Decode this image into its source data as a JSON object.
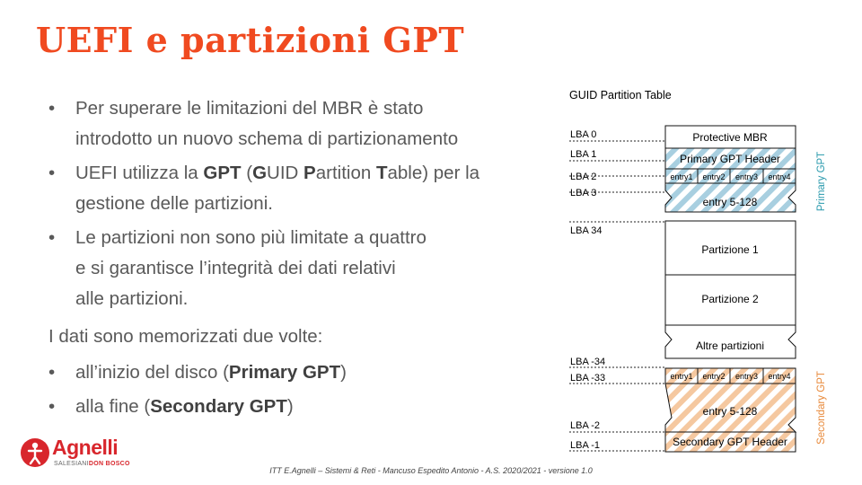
{
  "slide": {
    "title": "UEFI e partizioni GPT",
    "bullets": [
      {
        "line1": "Per superare le limitazioni del MBR è stato",
        "line2": "introdotto un nuovo schema di partizionamento"
      },
      {
        "pre": "UEFI utilizza la ",
        "gpt": "GPT",
        "paren_open": " (",
        "g": "G",
        "uid": "UID ",
        "p": "P",
        "artition": "artition ",
        "t": "T",
        "able": "able) per la",
        "line2": "gestione delle partizioni."
      },
      {
        "line1": "Le partizioni non sono più limitate a quattro",
        "line2": "e si garantisce l’integrità dei dati relativi",
        "line3": "alle partizioni."
      }
    ],
    "plain": "I dati sono memorizzati due volte:",
    "sub_bullets": [
      {
        "pre": "all’inizio del disco (",
        "bold": "Primary GPT",
        "post": ")"
      },
      {
        "pre": "alla fine (",
        "bold": "Secondary GPT",
        "post": ")"
      }
    ],
    "bullet_char": "•"
  },
  "diagram": {
    "title": "GUID Partition Table",
    "lba_labels": [
      "LBA 0",
      "LBA 1",
      "LBA 2",
      "LBA 3",
      "LBA 34",
      "LBA -34",
      "LBA -33",
      "LBA -2",
      "LBA -1"
    ],
    "blocks": {
      "protective_mbr": "Protective MBR",
      "primary_header": "Primary GPT Header",
      "entries": [
        "entry1",
        "entry2",
        "entry3",
        "entry4"
      ],
      "entry_range_top": "entry 5-128",
      "partition1": "Partizione 1",
      "partition2": "Partizione 2",
      "other": "Altre partizioni",
      "entry_range_bottom": "entry 5-128",
      "secondary_header": "Secondary GPT Header"
    },
    "side_labels": {
      "primary": "Primary GPT",
      "secondary": "Secondary GPT"
    },
    "colors": {
      "primary_hatch": "#a8cfe0",
      "secondary_hatch": "#f5c8a0",
      "primary_label": "#2a9aad",
      "secondary_label": "#e8893a"
    }
  },
  "footer": "ITT E.Agnelli – Sistemi & Reti - Mancuso Espedito Antonio - A.S. 2020/2021 - versione 1.0",
  "logo": {
    "name": "Agnelli",
    "sub_a": "SALESIANI",
    "sub_b": "DON BOSCO"
  },
  "accent": "#f04a20"
}
